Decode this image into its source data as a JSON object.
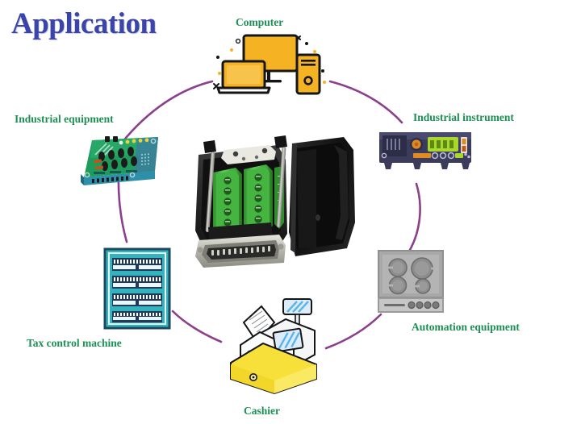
{
  "page": {
    "title": "Application",
    "background_color": "#ffffff",
    "title_color": "#3b44a8",
    "label_color": "#1d8f54",
    "arc_color": "#8c3f8c"
  },
  "center_product": {
    "name": "db25-connector-breakout-board",
    "description": "DB25 D-sub connector breakout board with green screw terminal blocks and black plastic backshell cover",
    "colors": {
      "terminal_green": "#3cae3c",
      "shell_black": "#1a1a1a",
      "metal": "#b9b9b0"
    }
  },
  "nodes": [
    {
      "id": "computer",
      "label": "Computer",
      "icon": "computer-icon",
      "accent": "#f5b324",
      "position": "top"
    },
    {
      "id": "industrial-instrument",
      "label": "Industrial instrument",
      "icon": "industrial-instrument-icon",
      "accent": "#3b3b5c",
      "position": "top-right"
    },
    {
      "id": "automation-equipment",
      "label": "Automation equipment",
      "icon": "automation-equipment-icon",
      "accent": "#9a9a9a",
      "position": "bottom-right"
    },
    {
      "id": "cashier",
      "label": "Cashier",
      "icon": "cash-register-icon",
      "accent": "#f7e03a",
      "position": "bottom"
    },
    {
      "id": "tax-control-machine",
      "label": "Tax control machine",
      "icon": "tax-control-machine-icon",
      "accent": "#35b3bd",
      "position": "bottom-left"
    },
    {
      "id": "industrial-equipment",
      "label": "Industrial equipment",
      "icon": "pcb-board-icon",
      "accent": "#1f9c5c",
      "position": "top-left"
    }
  ],
  "connectors": [
    {
      "from": "industrial-equipment",
      "to": "computer"
    },
    {
      "from": "computer",
      "to": "industrial-instrument"
    },
    {
      "from": "industrial-instrument",
      "to": "automation-equipment"
    },
    {
      "from": "automation-equipment",
      "to": "cashier"
    },
    {
      "from": "cashier",
      "to": "tax-control-machine"
    },
    {
      "from": "tax-control-machine",
      "to": "industrial-equipment"
    }
  ]
}
